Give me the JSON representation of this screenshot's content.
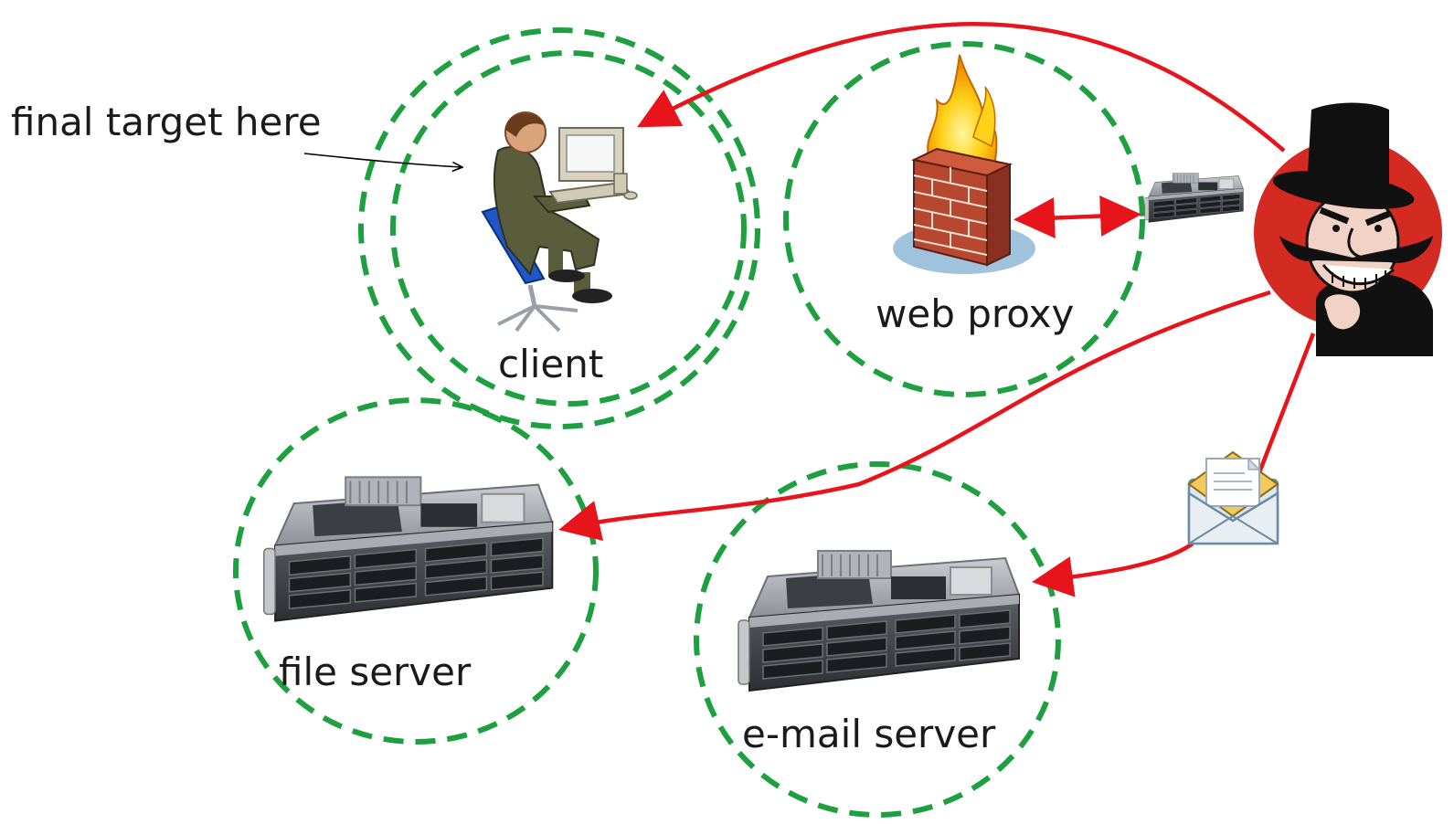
{
  "colors": {
    "zone": "#1ea040",
    "attack": "#e8141c",
    "annotation": "#000000"
  },
  "annotation": {
    "text": "final target here"
  },
  "nodes": {
    "client": {
      "label": "client",
      "icon": "person-at-computer-icon"
    },
    "web_proxy": {
      "label": "web proxy",
      "icon": "firewall-icon"
    },
    "file_server": {
      "label": "file server",
      "icon": "rack-server-icon"
    },
    "email_server": {
      "label": "e-mail server",
      "icon": "rack-server-icon"
    },
    "attacker": {
      "icon": "villain-icon"
    },
    "email_message": {
      "icon": "envelope-icon"
    },
    "attacker_server": {
      "icon": "rack-server-icon"
    }
  }
}
